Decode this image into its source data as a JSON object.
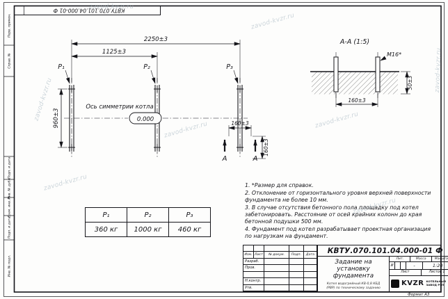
{
  "doc_number": "КВТУ.070.101.04.000-01 Ф",
  "format_label": "Формат А3",
  "watermark_text": "zavod-kvzr.ru",
  "left_margin": {
    "cells": [
      "Перв. примен.",
      "Справ. №",
      "Подп. и дата",
      "Инв. № дубл.",
      "Взам. инв. №",
      "Подп. и дата",
      "Инв. № подл."
    ]
  },
  "plan": {
    "dim_width": "2250±3",
    "dim_half": "1125±3",
    "dim_height": "960±3",
    "dim_bolt_x": "160±3",
    "dim_bolt_y": "160±3",
    "p_labels": [
      "Р₁",
      "Р₂",
      "Р₃"
    ],
    "axis_label": "Ось симметрии котла",
    "level_mark": "0.000",
    "section_letter_left": "А",
    "section_letter_right": "А"
  },
  "section": {
    "title": "А-А (1:5)",
    "bolt_label": "М16*",
    "dim_depth": "50±3",
    "dim_spacing": "160±3"
  },
  "load_table": {
    "headers": [
      "Р₁",
      "Р₂",
      "Р₃"
    ],
    "values": [
      "360 кг",
      "1000 кг",
      "460 кг"
    ]
  },
  "notes": {
    "items": [
      "1. *Размер для справок.",
      "2. Отклонение от горизонтального уровня верхней поверхности фундамента не более 10 мм.",
      "3. В случае отсутствия бетонного пола площадку под котел забетонировать. Расстояние от осей крайних колонн до края бетонной подушки 500 мм.",
      "4. Фундамент под котел разрабатывает проектная организация по нагрузкам на фундамент."
    ]
  },
  "title_block": {
    "doc_number": "КВТУ.070.101.04.000-01 Ф",
    "title": "Задание на установку фундамента",
    "subtitle": "Котел водогрейный КВ-0,8 КБД (РВР) по техническому заданию",
    "cols": {
      "izm": "Изм.",
      "list": "Лист",
      "doc": "№ докум.",
      "podp": "Подп.",
      "data": "Дата"
    },
    "rows": {
      "razrab": "Разраб.",
      "prov": "Пров.",
      "nkontr": "Н.контр.",
      "utv": "Утв."
    },
    "lit_label": "Лит.",
    "lit_value": "И",
    "mass_label": "Масса",
    "mass_value": "-",
    "scale_label": "Масштаб",
    "scale_value": "1:20",
    "sheet_label": "Лист",
    "sheets_label": "Листов",
    "sheets_value": "1",
    "company_logo": "KVZR",
    "company_name": "КОТЕЛЬНЫЙ ЗАВОД РЭП"
  }
}
